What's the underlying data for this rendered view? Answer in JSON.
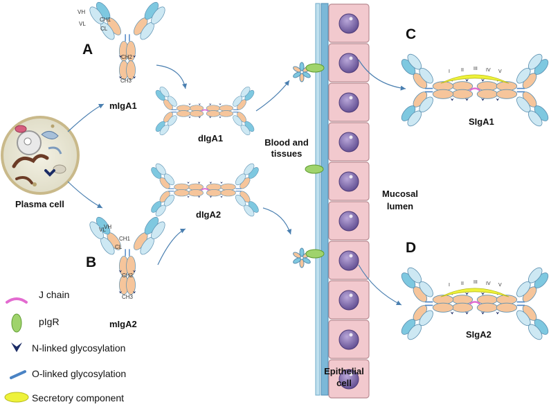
{
  "panels": {
    "a": "A",
    "b": "B",
    "c": "C",
    "d": "D"
  },
  "molecules": {
    "migA1": "mIgA1",
    "digA1": "dIgA1",
    "migA2": "mIgA2",
    "digA2": "dIgA2",
    "sigA1": "SIgA1",
    "sigA2": "SIgA2"
  },
  "domains": {
    "vh": "VH",
    "vl": "VL",
    "ch1": "CH1",
    "cl": "CL",
    "ch2": "CH2",
    "ch3": "CH3"
  },
  "sc_domains": [
    "I",
    "II",
    "III",
    "IV",
    "V"
  ],
  "regions": {
    "plasma_cell": "Plasma cell",
    "blood_line1": "Blood and",
    "blood_line2": "tissues",
    "mucosal_line1": "Mucosal",
    "mucosal_line2": "lumen",
    "epithelial_line1": "Epithelial",
    "epithelial_line2": "cell"
  },
  "legend": [
    {
      "icon": "j-chain-icon",
      "label": "J chain"
    },
    {
      "icon": "pigr-icon",
      "label": "pIgR"
    },
    {
      "icon": "n-glycan-icon",
      "label": "N-linked glycosylation"
    },
    {
      "icon": "o-glycan-icon",
      "label": "O-linked glycosylation"
    },
    {
      "icon": "secretory-component-icon",
      "label": "Secretory component"
    }
  ],
  "colors": {
    "fab_blue": "#7ec8e0",
    "light_blue": "#cde8f3",
    "heavy_orange": "#f6c59b",
    "j_chain": "#e36bd0",
    "pigr": "#9fd36c",
    "n_glycan": "#1b2c66",
    "o_glycan": "#4a83c4",
    "secretory": "#eef23a",
    "epithelial": "#f2c9ce",
    "nucleus": "#7e6aa8"
  }
}
